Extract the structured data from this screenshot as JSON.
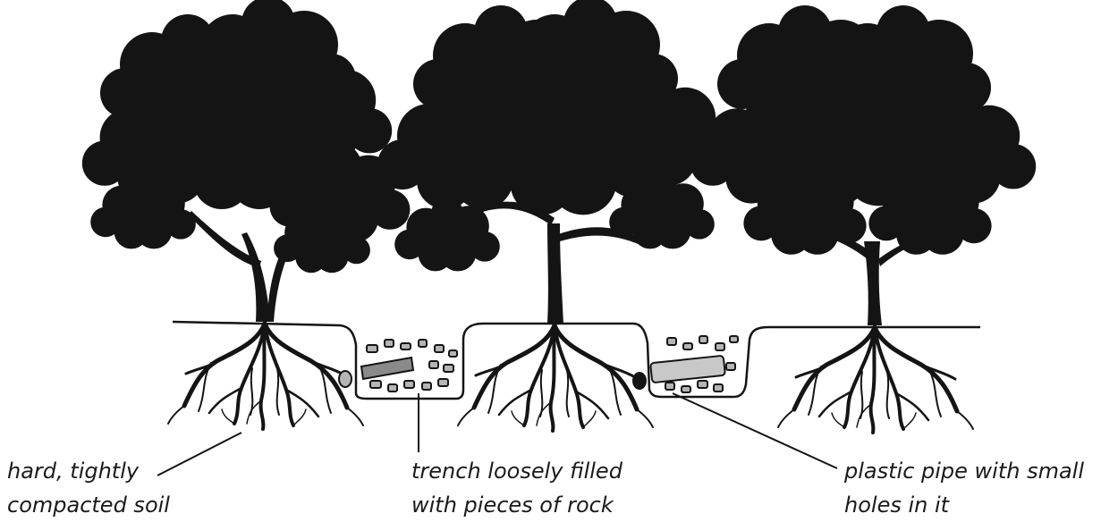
{
  "labels": {
    "soil": {
      "line1": "hard, tightly",
      "line2": "compacted soil"
    },
    "trench": {
      "line1": "trench loosely filled",
      "line2": "with pieces of rock"
    },
    "pipe": {
      "line1": "plastic pipe with small",
      "line2": "holes in it"
    }
  },
  "colors": {
    "ink": "#141414",
    "rock_fill": "#b5b5b5",
    "pipe_fill": "#c8c8c8",
    "background": "#ffffff"
  },
  "icons": [
    "tree-icon",
    "roots-icon",
    "rock-icon",
    "pipe-icon"
  ]
}
